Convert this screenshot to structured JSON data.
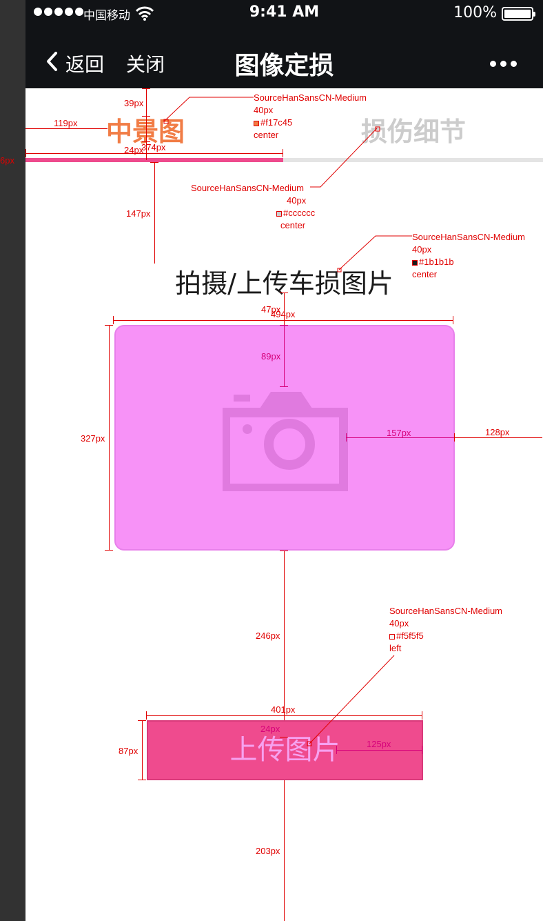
{
  "status_bar": {
    "carrier": "中国移动",
    "time": "9:41 AM",
    "battery": "100%"
  },
  "nav": {
    "back_label": "返回",
    "close_label": "关闭",
    "title": "图像定损"
  },
  "tabs": [
    {
      "label": "中景图",
      "active": true,
      "color": "#f17c45"
    },
    {
      "label": "损伤细节",
      "active": false,
      "color": "#cccccc"
    }
  ],
  "indicator_color": "#ee4b8d",
  "heading": "拍摄/上传车损图片",
  "upload_area": {
    "fill": "#f792f7",
    "icon": "camera-icon"
  },
  "upload_button": {
    "label": "上传图片",
    "fill": "#ef4b8e"
  },
  "annotations": {
    "tab_active_font": "SourceHanSansCN-Medium",
    "tab_active_size": "40px",
    "tab_active_color": "#f17c45",
    "tab_active_align": "center",
    "tab_inactive_font": "SourceHanSansCN-Medium",
    "tab_inactive_size": "40px",
    "tab_inactive_color": "#cccccc",
    "tab_inactive_align": "center",
    "heading_font": "SourceHanSansCN-Medium",
    "heading_size": "40px",
    "heading_color": "#1b1b1b",
    "heading_align": "center",
    "button_font": "SourceHanSansCN-Medium",
    "button_size": "40px",
    "button_color": "#f5f5f5",
    "button_align": "left",
    "dim_39": "39px",
    "dim_119": "119px",
    "dim_24_tab": "24px",
    "dim_374": "374px",
    "dim_6": "6px",
    "dim_147": "147px",
    "dim_47": "47px",
    "dim_494": "494px",
    "dim_89": "89px",
    "dim_327": "327px",
    "dim_157": "157px",
    "dim_128": "128px",
    "dim_246": "246px",
    "dim_401": "401px",
    "dim_24_btn": "24px",
    "dim_87": "87px",
    "dim_125": "125px",
    "dim_203": "203px"
  }
}
